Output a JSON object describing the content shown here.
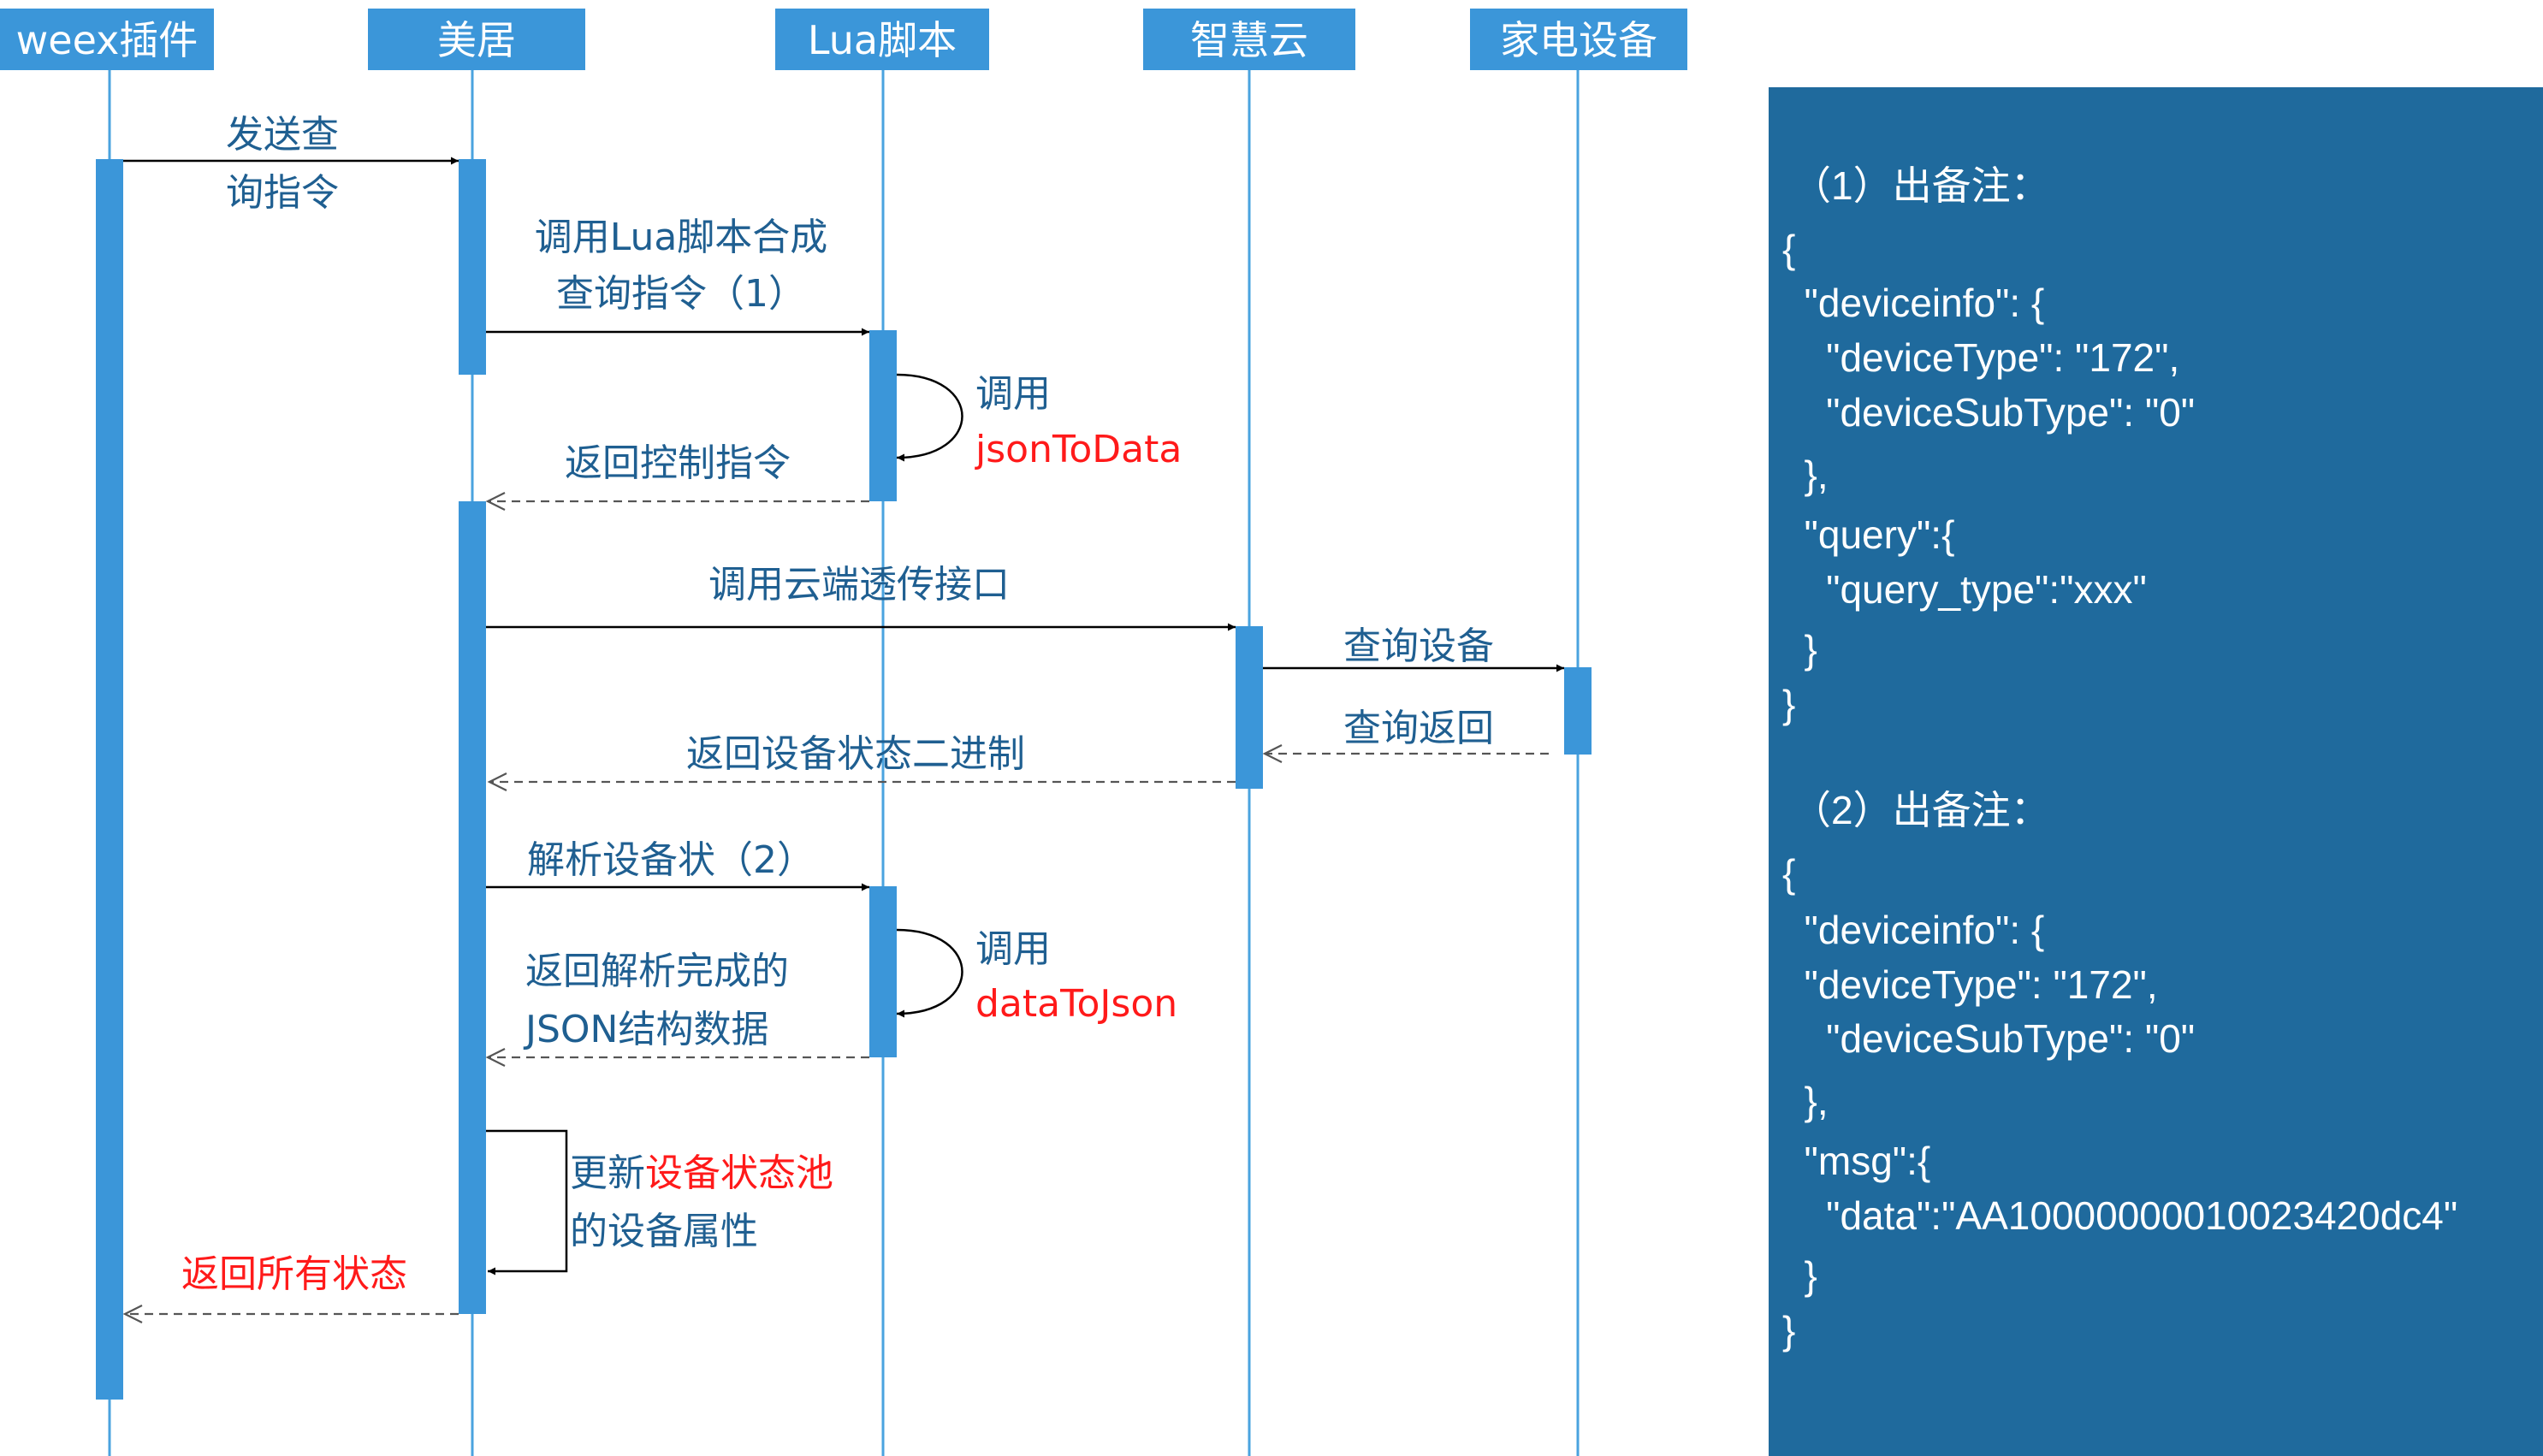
{
  "participants": [
    {
      "id": "weex",
      "label": "weex插件"
    },
    {
      "id": "meiju",
      "label": "美居"
    },
    {
      "id": "lua",
      "label": "Lua脚本"
    },
    {
      "id": "cloud",
      "label": "智慧云"
    },
    {
      "id": "device",
      "label": "家电设备"
    }
  ],
  "messages": {
    "send_query_1": "发送查",
    "send_query_2": "询指令",
    "call_lua_1": "调用Lua脚本合成",
    "call_lua_2": "查询指令（1）",
    "self_call_1": "调用",
    "self_call_1_fn": "jsonToData",
    "return_control": "返回控制指令",
    "call_cloud": "调用云端透传接口",
    "query_device": "查询设备",
    "query_return": "查询返回",
    "return_status_bin": "返回设备状态二进制",
    "parse_status": "解析设备状（2）",
    "self_call_2": "调用",
    "self_call_2_fn": "dataToJson",
    "return_json_1": "返回解析完成的",
    "return_json_2": "JSON结构数据",
    "update_prefix": "更新",
    "update_highlight": "设备状态池",
    "update_line2": "的设备属性",
    "return_all": "返回所有状态"
  },
  "notes": {
    "n1_title": "（1）出备注：",
    "n1_l1": "{",
    "n1_l2": "  \"deviceinfo\": {",
    "n1_l3": "    \"deviceType\": \"172\",",
    "n1_l4": "    \"deviceSubType\": \"0\"",
    "n1_l5": "  },",
    "n1_l6": "  \"query\":{",
    "n1_l7": "    \"query_type\":\"xxx\"",
    "n1_l8": "  }",
    "n1_l9": "}",
    "n2_title": "（2）出备注：",
    "n2_l1": "{",
    "n2_l2": "  \"deviceinfo\": {",
    "n2_l3": "  \"deviceType\": \"172\",",
    "n2_l4": "    \"deviceSubType\": \"0\"",
    "n2_l5": "  },",
    "n2_l6": "  \"msg\":{",
    "n2_l7": "    \"data\":\"AA10000000010023420dc4\"",
    "n2_l8": "  }",
    "n2_l9": "}"
  },
  "colors": {
    "header": "#3b96d9",
    "activation": "#3b96d9",
    "lifeline": "#4aa3df",
    "text": "#1f5f91",
    "highlight": "#ff1a1a",
    "panel": "#1f6a9d"
  }
}
